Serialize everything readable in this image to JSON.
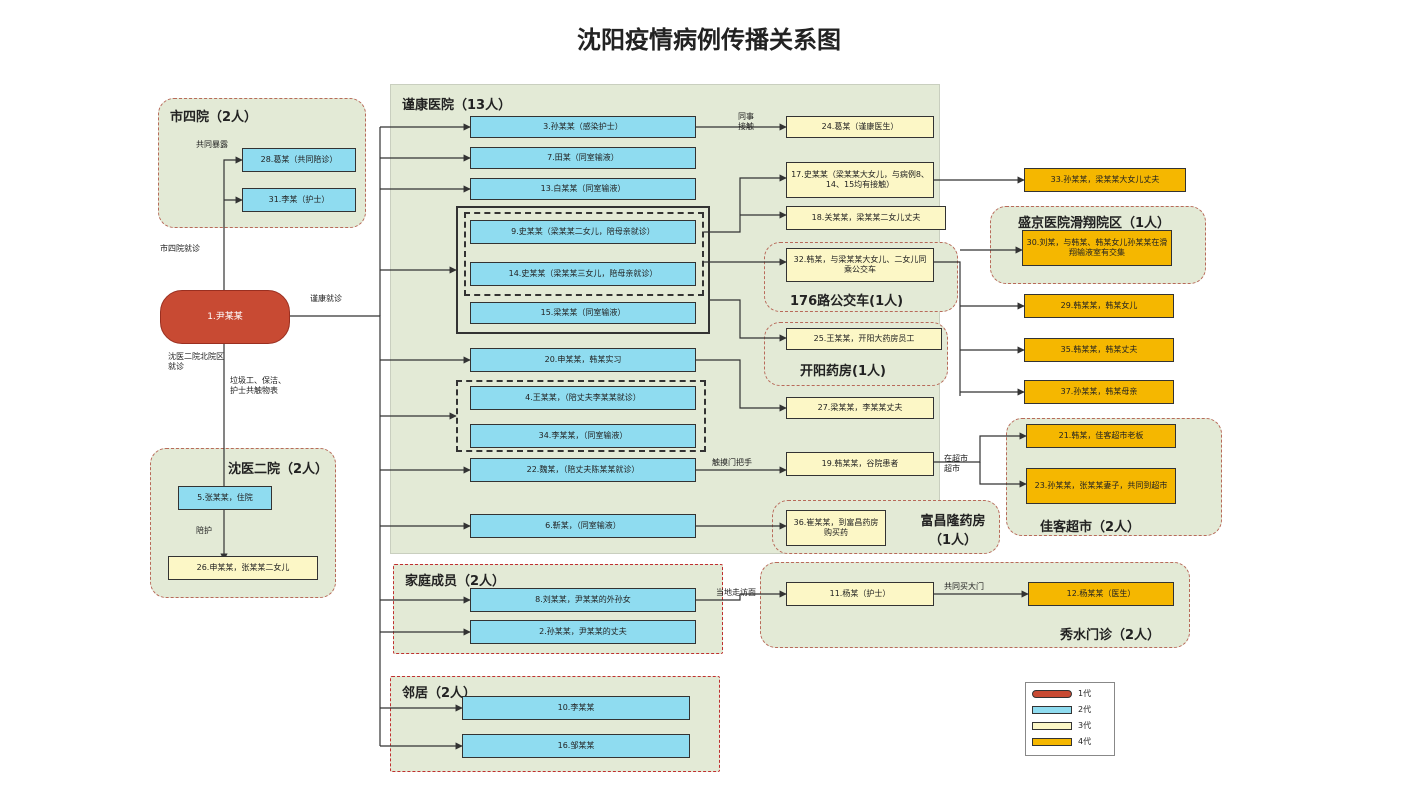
{
  "title": "沈阳疫情病例传播关系图",
  "groups": {
    "shisi": "市四院（2人）",
    "yinkang": "谨康医院（13人）",
    "shenyi2": "沈医二院（2人）",
    "jiating": "家庭成员（2人）",
    "linju": "邻居（2人）",
    "bus": "176路公交车(1人)",
    "kaiyang": "开阳药房(1人)",
    "shengjing": "盛京医院滑翔院区（1人）",
    "fuchang": "富昌隆药房（1人）",
    "jiake": "佳客超市（2人）",
    "xiushui": "秀水门诊（2人）"
  },
  "nodes": {
    "n1": "1.尹某某",
    "n28": "28.葛某（共同陪诊）",
    "n31": "31.李某（护士）",
    "n3": "3.孙某某（感染护士）",
    "n24": "24.葛某（谨康医生）",
    "n7": "7.田某（同室输液）",
    "n13": "13.白某某（同室输液）",
    "n17": "17.史某某（梁某某大女儿，与病例8、14、15均有接触）",
    "n33": "33.孙某某，梁某某大女儿丈夫",
    "n18": "18.关某某，梁某某二女儿丈夫",
    "n9": "9.史某某（梁某某二女儿，陪母亲就诊）",
    "n14": "14.史某某（梁某某三女儿，陪母亲就诊）",
    "n15": "15.梁某某（同室输液）",
    "n32": "32.韩某，与梁某某大女儿、二女儿同乘公交车",
    "n30": "30.刘某，与韩某、韩某女儿孙某某在滑翔输液室有交集",
    "n29": "29.韩某某，韩某女儿",
    "n25": "25.王某某，开阳大药房员工",
    "n20": "20.申某某，韩某实习",
    "n35": "35.韩某某，韩某丈夫",
    "n37": "37.孙某某，韩某母亲",
    "n4": "4.王某某，（陪丈夫李某某就诊）",
    "n27": "27.梁某某，李某某丈夫",
    "n34": "34.李某某，（同室输液）",
    "n21": "21.韩某，佳客超市老板",
    "n22": "22.魏某，（陪丈夫陈某某就诊）",
    "n19": "19.韩某某，谷院患者",
    "n23": "23.孙某某，张某某妻子，共同到超市",
    "n6": "6.靳某，（同室输液）",
    "n36": "36.崔某某，到富昌药房购买药",
    "n5": "5.张某某，住院",
    "n26": "26.申某某，张某某二女儿",
    "n8": "8.刘某某，尹某某的外孙女",
    "n11": "11.杨某（护士）",
    "n12": "12.杨某某（医生）",
    "n2": "2.孙某某，尹某某的丈夫",
    "n10": "10.李某某",
    "n16": "16.邹某某"
  },
  "notes": {
    "shisi_tong": "共同暴露",
    "shisi_jiuzhen": "市四院就诊",
    "yinkang_jiuzhen": "谨康就诊",
    "shenyi_note": "沈医二院北院区就诊",
    "lajigong": "垃圾工、保洁、护士共触物表",
    "peihu": "陪护",
    "tongshi": "同事\n接触",
    "baojie": "触摸门把手",
    "chaoshi": "在超市\n超市",
    "xiushui_note": "共同买大门",
    "jiating_note": "当地走访面"
  },
  "legend": [
    {
      "label": "1代",
      "color": "#c84a33"
    },
    {
      "label": "2代",
      "color": "#8fdcf0"
    },
    {
      "label": "3代",
      "color": "#fcf7c6"
    },
    {
      "label": "4代",
      "color": "#f5b700"
    }
  ]
}
